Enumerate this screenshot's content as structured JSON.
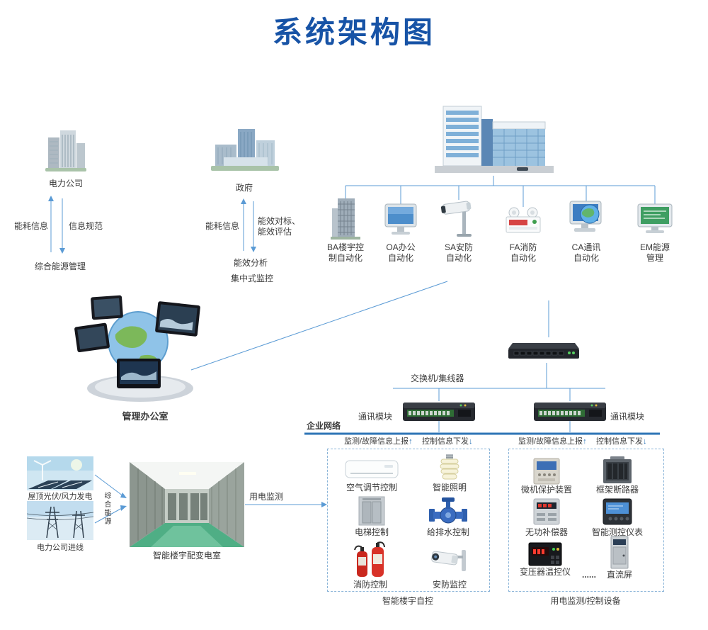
{
  "title": "系统架构图",
  "colors": {
    "title": "#1753a6",
    "connector": "#5b9bd5",
    "network_bus": "#2e75b6",
    "text": "#3a3a3a"
  },
  "power_company": {
    "label": "电力公司",
    "up_arrow_label": "能耗信息",
    "down_arrow_label": "信息规范",
    "target_label": "综合能源管理"
  },
  "government": {
    "label": "政府",
    "up_arrow_label": "能耗信息",
    "down_arrow_label_line1": "能效对标、",
    "down_arrow_label_line2": "能效评估",
    "result_line1": "能效分析",
    "result_line2": "集中式监控"
  },
  "automation": [
    {
      "line1": "BA楼宇控",
      "line2": "制自动化"
    },
    {
      "line1": "OA办公",
      "line2": "自动化"
    },
    {
      "line1": "SA安防",
      "line2": "自动化"
    },
    {
      "line1": "FA消防",
      "line2": "自动化"
    },
    {
      "line1": "CA通讯",
      "line2": "自动化"
    },
    {
      "line1": "EM能源",
      "line2": "管理"
    }
  ],
  "management_office_label": "管理办公室",
  "network": {
    "switch_label": "交换机/集线器",
    "comm_module_left_label": "通讯模块",
    "comm_module_right_label": "通讯模块",
    "enterprise_label": "企业网络",
    "report_label_left": "监测/故障信息上报",
    "control_label_left": "控制信息下发",
    "report_label_right": "监测/故障信息上报",
    "control_label_right": "控制信息下发",
    "up_arrow": "↑",
    "down_arrow": "↓"
  },
  "energy_sources": {
    "pv_wind_label": "屋顶光伏/风力发电",
    "grid_label": "电力公司进线",
    "combined_label": "综合能源",
    "substation_label": "智能楼宇配变电室",
    "metering_label": "用电监测"
  },
  "building_control_box": {
    "items": [
      "空气调节控制",
      "智能照明",
      "电梯控制",
      "给排水控制",
      "消防控制",
      "安防监控"
    ],
    "caption": "智能楼宇自控"
  },
  "power_device_box": {
    "items": [
      "微机保护装置",
      "框架断路器",
      "无功补偿器",
      "智能测控仪表",
      "变压器温控仪",
      "直流屏"
    ],
    "ellipsis": "......",
    "caption": "用电监测/控制设备"
  }
}
